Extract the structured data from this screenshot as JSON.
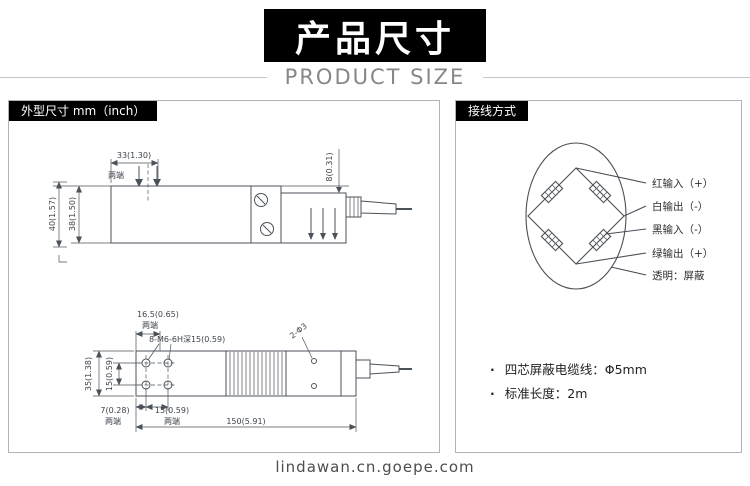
{
  "colors": {
    "banner_bg": "#000000",
    "banner_text": "#ffffff",
    "subtitle_text": "#878787",
    "panel_tab_bg": "#000000",
    "panel_tab_text": "#ffffff",
    "drawing_line": "#4b5259",
    "footer_text": "#4d4d4d"
  },
  "header": {
    "title_cn": "产品尺寸",
    "title_en": "PRODUCT SIZE"
  },
  "left_panel": {
    "header": "外型尺寸 mm（inch）",
    "side_view": {
      "dim_width_top": "33(1.30)",
      "both_ends": "两端",
      "dim_step": "8(0.31)",
      "dim_height_outer": "40(1.57)",
      "dim_height_inner": "38(1.50)"
    },
    "top_view": {
      "dim_hole_offset": "16.5(0.65)",
      "both_ends_top": "两端",
      "thread_note": "8-M6-6H深15(0.59)",
      "hole_note": "2-Φ3",
      "dim_hole_spacing": "15(0.59)",
      "dim_width": "35(1.38)",
      "dim_edge": "7(0.28)",
      "both_ends_bottom1": "两端",
      "dim_bottom_spacing": "15(0.59)",
      "both_ends_bottom2": "两端",
      "dim_length": "150(5.91)"
    }
  },
  "right_panel": {
    "header": "接线方式",
    "wire_labels": [
      "红输入（+）",
      "白输出（-）",
      "黑输入（-）",
      "绿输出（+）",
      "透明：屏蔽"
    ],
    "bullet": "·",
    "notes": [
      "四芯屏蔽电缆线：Φ5mm",
      "标准长度：2m"
    ]
  },
  "footer": {
    "url": "lindawan.cn.goepe.com"
  }
}
